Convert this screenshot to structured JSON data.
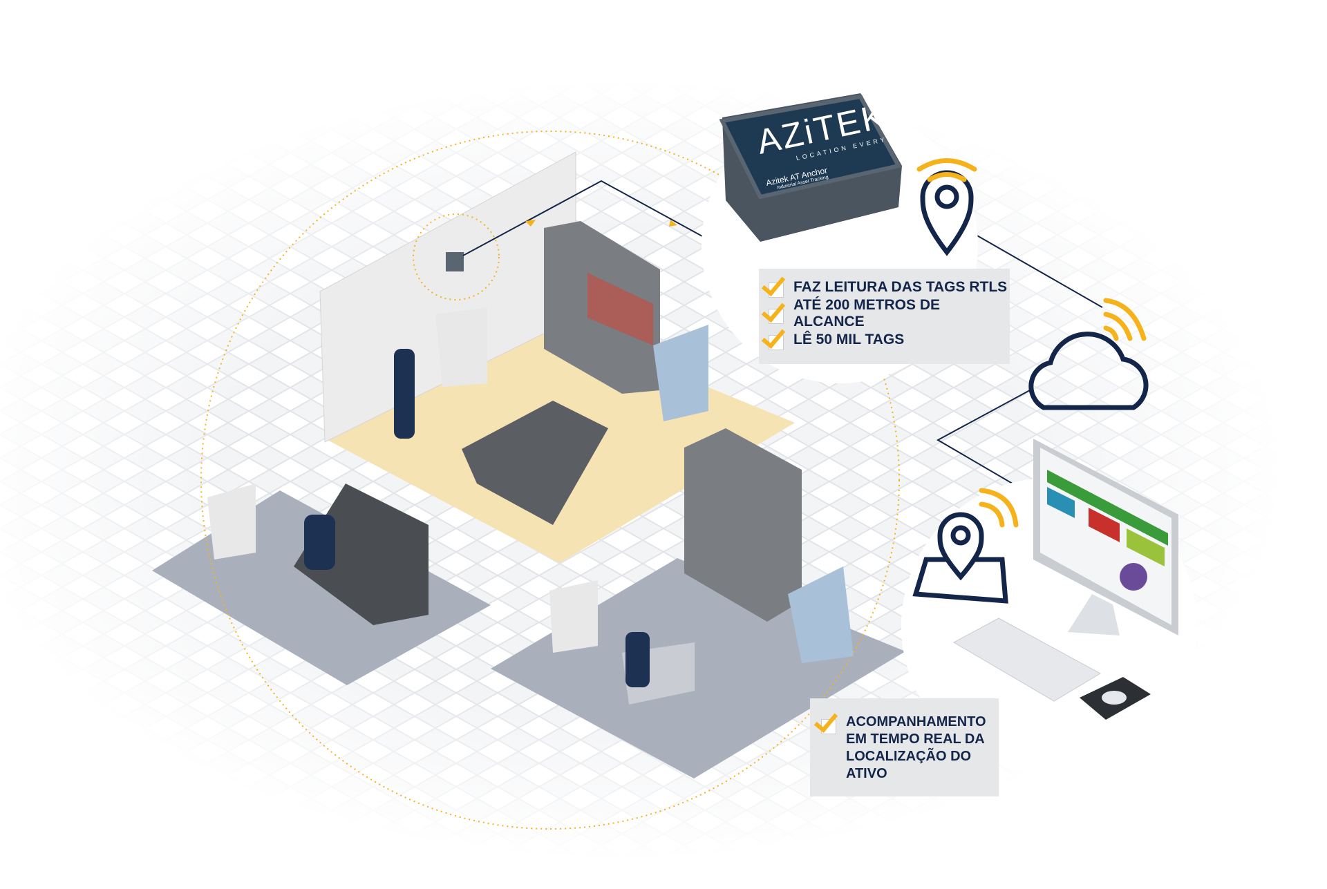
{
  "device": {
    "brand": "AZiTEK",
    "tagline": "LOCATION EVERYWHERE",
    "model": "Azitek AT Anchor",
    "model_sub": "Industrial Asset Tracking"
  },
  "callout_anchor": {
    "items": [
      {
        "label": "FAZ LEITURA DAS TAGS RTLS"
      },
      {
        "label": "ATÉ 200 METROS DE ALCANCE"
      },
      {
        "label": "LÊ 50 MIL TAGS"
      }
    ]
  },
  "callout_tracking": {
    "label": "ACOMPANHAMENTO EM TEMPO REAL DA LOCALIZAÇÃO DO ATIVO"
  },
  "icons": [
    "location-pin-icon",
    "wifi-signal-icon",
    "cloud-icon",
    "map-pin-icon",
    "monitor-icon",
    "keyboard-icon",
    "mouse-icon",
    "check-icon"
  ],
  "colors": {
    "accent": "#f5b21b",
    "navy": "#14254a",
    "device": "#1d3a52",
    "office_floor": "#f6e3b4",
    "work_floor": "#a9b0bc"
  }
}
